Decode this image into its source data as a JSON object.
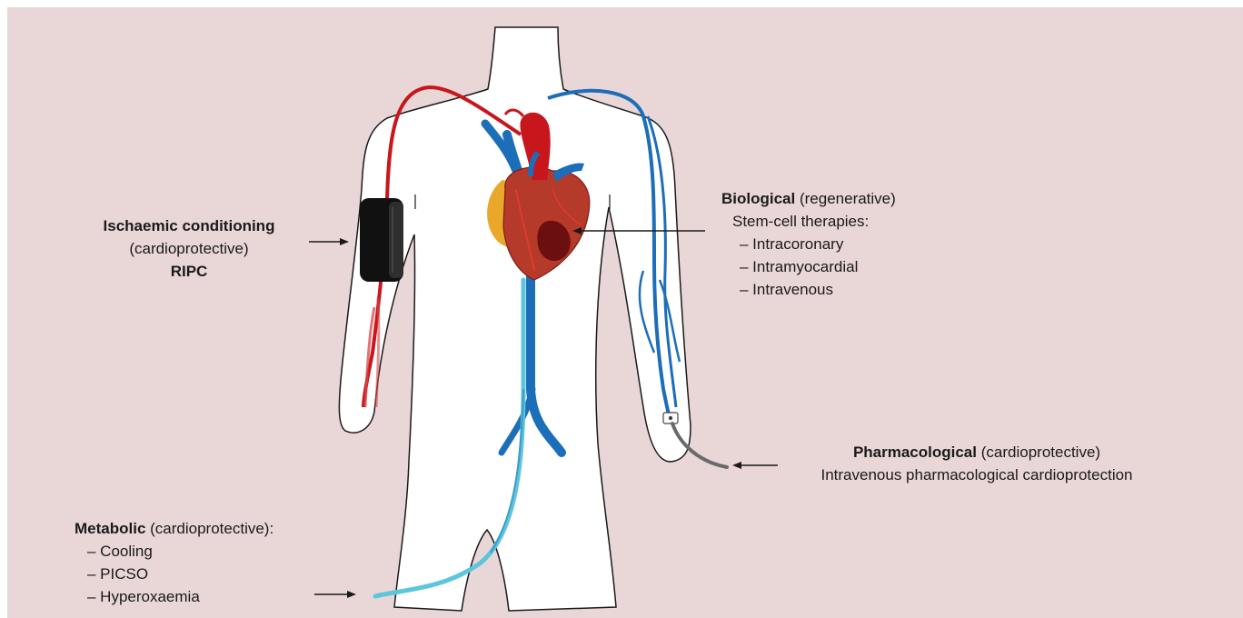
{
  "colors": {
    "background": "#e9d7d7",
    "body_fill": "#ffffff",
    "body_outline": "#1a1a1a",
    "artery": "#c8161d",
    "vein": "#1d6eb8",
    "catheter": "#5cc6dc",
    "cuff": "#111111",
    "heart": "#b53a2a",
    "heart_fat": "#e9a82a",
    "iv_line": "#6a6a6a"
  },
  "icons": {
    "heart": "heart-icon",
    "cuff": "blood-pressure-cuff-icon",
    "catheter": "cooling-catheter-icon",
    "iv": "iv-cannula-icon"
  },
  "labels": {
    "ischaemic": {
      "title": "Ischaemic conditioning",
      "subtitle": "(cardioprotective)",
      "abbr": "RIPC"
    },
    "biological": {
      "title": "Biological",
      "qualifier": "(regenerative)",
      "line1": "Stem-cell therapies:",
      "items": [
        "– Intracoronary",
        "– Intramyocardial",
        "– Intravenous"
      ]
    },
    "pharmacological": {
      "title": "Pharmacological",
      "qualifier": "(cardioprotective)",
      "line1": "Intravenous pharmacological cardioprotection"
    },
    "metabolic": {
      "title": "Metabolic",
      "qualifier": "(cardioprotective):",
      "items": [
        "– Cooling",
        "– PICSO",
        "– Hyperoxaemia"
      ]
    }
  }
}
